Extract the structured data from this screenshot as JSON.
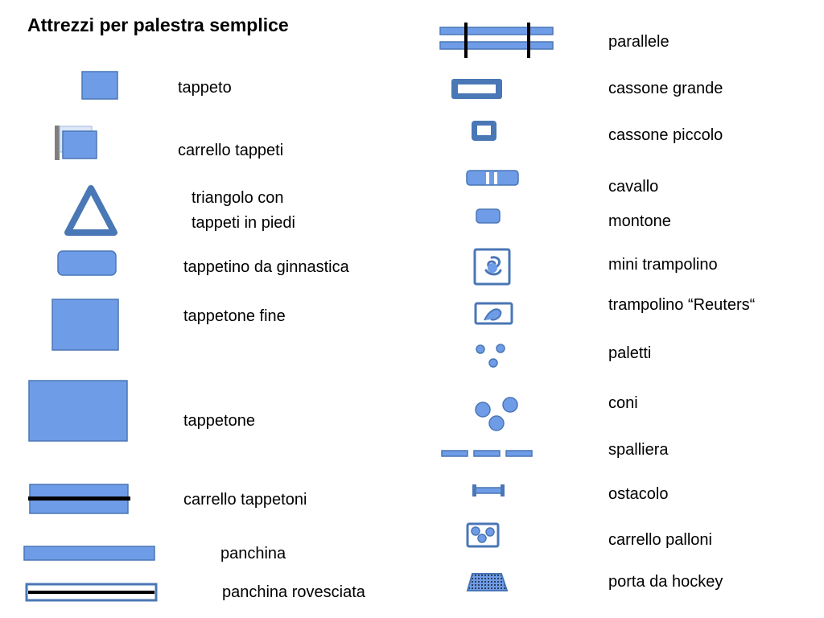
{
  "title": "Attrezzi per palestra semplice",
  "colors": {
    "fill": "#6f9ce6",
    "fill_light": "#8db4f0",
    "stroke": "#4a77b5",
    "dark": "#000000",
    "gray": "#7f7f7f"
  },
  "left_items": [
    {
      "label": "tappeto",
      "icon": "small-square-icon"
    },
    {
      "label": "carrello tappeti",
      "icon": "mat-cart-icon"
    },
    {
      "label_lines": [
        "triangolo con",
        "tappeti in piedi"
      ],
      "icon": "triangle-icon"
    },
    {
      "label": "tappetino da ginnastica",
      "icon": "rounded-mat-icon"
    },
    {
      "label": "tappetone fine",
      "icon": "medium-square-icon"
    },
    {
      "label": "tappetone",
      "icon": "large-square-icon"
    },
    {
      "label": "carrello tappetoni",
      "icon": "big-mat-cart-icon"
    },
    {
      "label": "panchina",
      "icon": "bench-icon"
    },
    {
      "label": "panchina rovesciata",
      "icon": "overturned-bench-icon"
    }
  ],
  "right_items": [
    {
      "label": "parallele",
      "icon": "parallel-bars-icon"
    },
    {
      "label": "cassone grande",
      "icon": "big-vault-box-icon"
    },
    {
      "label": "cassone piccolo",
      "icon": "small-vault-box-icon"
    },
    {
      "label": "cavallo",
      "icon": "vaulting-horse-icon"
    },
    {
      "label": "montone",
      "icon": "buck-icon"
    },
    {
      "label": "mini trampolino",
      "icon": "mini-trampoline-icon"
    },
    {
      "label": "trampolino “Reuters“",
      "icon": "springboard-icon"
    },
    {
      "label": "paletti",
      "icon": "poles-icon"
    },
    {
      "label": "coni",
      "icon": "cones-icon"
    },
    {
      "label": "spalliera",
      "icon": "wall-bars-icon"
    },
    {
      "label": "ostacolo",
      "icon": "hurdle-icon"
    },
    {
      "label": "carrello palloni",
      "icon": "ball-cart-icon"
    },
    {
      "label": "porta da hockey",
      "icon": "hockey-goal-icon"
    }
  ]
}
